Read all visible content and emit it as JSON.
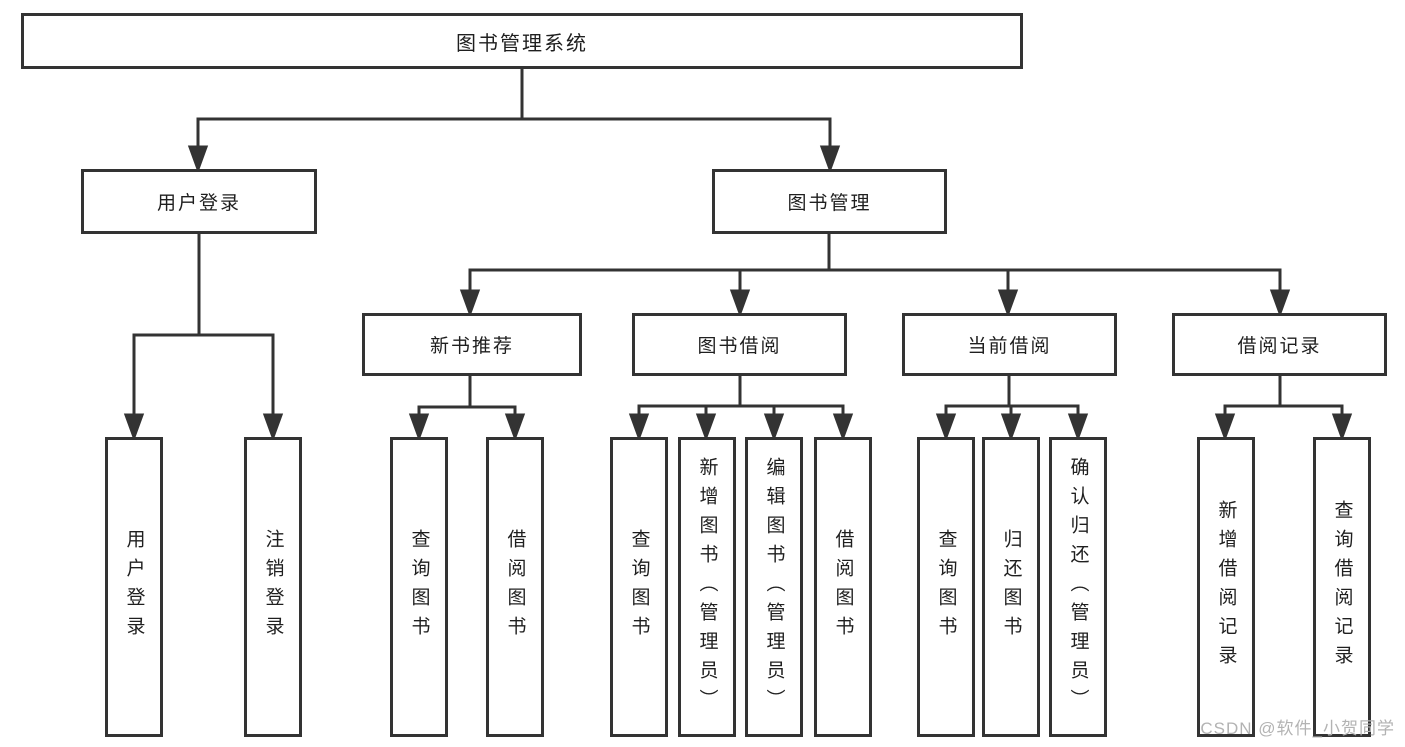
{
  "tree": {
    "root": {
      "label": "图书管理系统"
    },
    "branches": [
      {
        "label": "用户登录",
        "children": [
          {
            "label": "用户登录"
          },
          {
            "label": "注销登录"
          }
        ]
      },
      {
        "label": "图书管理",
        "children": [
          {
            "label": "新书推荐",
            "children": [
              {
                "label": "查询图书"
              },
              {
                "label": "借阅图书"
              }
            ]
          },
          {
            "label": "图书借阅",
            "children": [
              {
                "label": "查询图书"
              },
              {
                "label": "新增图书（管理员）"
              },
              {
                "label": "编辑图书（管理员）"
              },
              {
                "label": "借阅图书"
              }
            ]
          },
          {
            "label": "当前借阅",
            "children": [
              {
                "label": "查询图书"
              },
              {
                "label": "归还图书"
              },
              {
                "label": "确认归还（管理员）"
              }
            ]
          },
          {
            "label": "借阅记录",
            "children": [
              {
                "label": "新增借阅记录"
              },
              {
                "label": "查询借阅记录"
              }
            ]
          }
        ]
      }
    ]
  },
  "colors": {
    "line": "#333333",
    "text": "#1f1f1f",
    "watermark_text": "#b3b3b3",
    "background": "#ffffff"
  },
  "watermark": "CSDN @软件_小贺同学"
}
